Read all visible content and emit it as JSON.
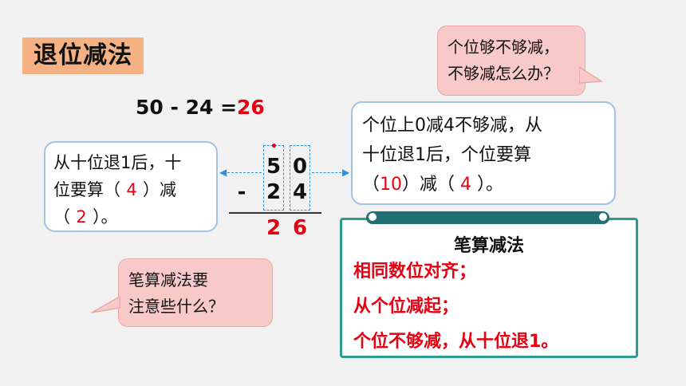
{
  "title": "退位减法",
  "equation": {
    "text": "50 - 24 =",
    "answer": "26"
  },
  "left_card": {
    "line1": "从十位退1后，十",
    "line2_a": "位要算（",
    "blank1": "4",
    "line2_b": "）减",
    "line3_a": "（",
    "blank2": "2",
    "line3_b": "）。"
  },
  "vertical": {
    "top_digits": [
      "5",
      "0"
    ],
    "minus": "-",
    "bottom_digits": [
      "2",
      "4"
    ],
    "result_digits": [
      "2",
      "6"
    ]
  },
  "bubble_top": {
    "line1": "个位够不够减，",
    "line2": "不够减怎么办？"
  },
  "right_card": {
    "line1": "个位上0减4不够减，从",
    "line2": "十位退1后，个位要算",
    "line3_a": "（",
    "blank1": "10",
    "line3_b": "）减（",
    "blank2": "4",
    "line3_c": "）。"
  },
  "bubble_bottom": {
    "line1": "笔算减法要",
    "line2": "注意些什么？"
  },
  "method": {
    "heading": "笔算减法",
    "rules": [
      "相同数位对齐；",
      "从个位减起；",
      "个位不够减，从十位退1。"
    ]
  },
  "colors": {
    "accent_red": "#e60012",
    "title_bg": "#f4b183",
    "card_border": "#9dc3e6",
    "method_border": "#2e9b8f"
  }
}
